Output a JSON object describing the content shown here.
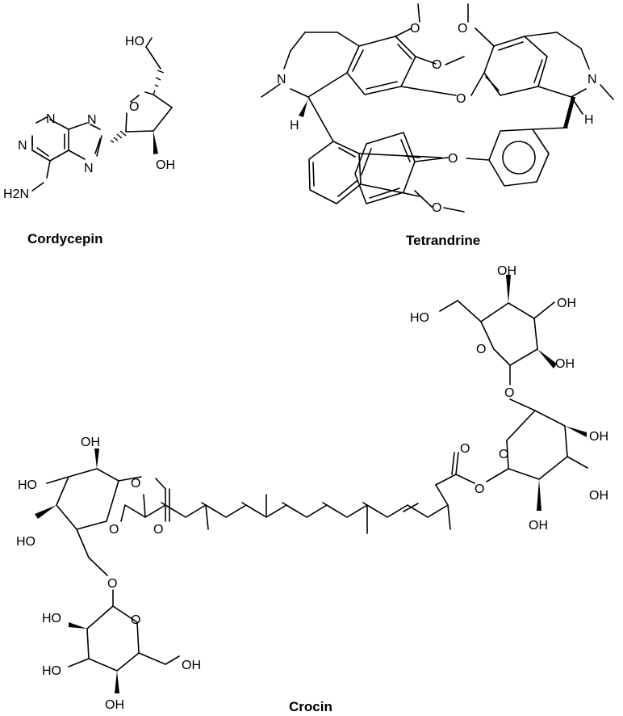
{
  "compounds": {
    "cordycepin": {
      "name": "Cordycepin",
      "atoms": {
        "ho": "HO",
        "o_ring": "O",
        "n9": "N",
        "oh": "OH",
        "n1": "N",
        "n3": "N",
        "n7": "N",
        "nh2": "H2N"
      }
    },
    "tetrandrine": {
      "name": "Tetrandrine",
      "atoms": {
        "ome1": "O",
        "ome2": "O",
        "ome3": "O",
        "o_bridge1": "O",
        "n_left": "N",
        "h_left": "H",
        "o_bridge2": "O",
        "n_right": "N",
        "h_right": "H",
        "ome4": "O"
      }
    },
    "crocin": {
      "name": "Crocin",
      "atoms": {
        "gtop_ho": "HO",
        "gtop_oh1": "OH",
        "gtop_oh2": "OH",
        "gtop_oh3": "OH",
        "gtop_o": "O",
        "glink_o1": "O",
        "g2_o": "O",
        "g2_oh1": "OH",
        "g2_oh2": "OH",
        "g2_oh3": "OH",
        "ester_r_o": "O",
        "ester_r_co": "O",
        "ester_l_o": "O",
        "ester_l_co": "O",
        "g3_oh1": "OH",
        "g3_ho1": "HO",
        "g3_ho2": "HO",
        "g3_o": "O",
        "glink_o2": "O",
        "g4_ho1": "HO",
        "g4_o": "O",
        "g4_oh": "OH",
        "g4_ho2": "HO",
        "g4_oh2": "OH"
      }
    }
  }
}
